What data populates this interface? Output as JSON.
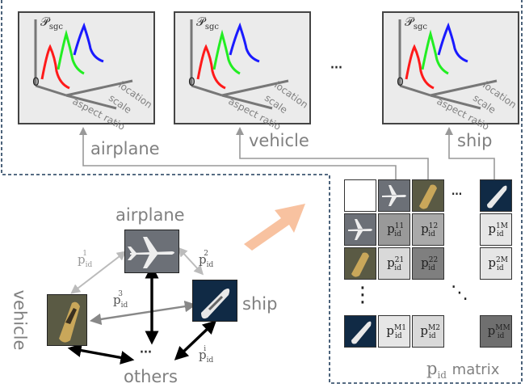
{
  "panels": [
    {
      "ylabel": "𝒫",
      "ysub": "sgc",
      "origin": "0",
      "axis1": "location",
      "axis2": "scale",
      "axis3": "aspect ratio",
      "category": "airplane"
    },
    {
      "ylabel": "𝒫",
      "ysub": "sgc",
      "origin": "0",
      "axis1": "location",
      "axis2": "scale",
      "axis3": "aspect ratio",
      "category": "vehicle"
    },
    {
      "ylabel": "𝒫",
      "ysub": "sgc",
      "origin": "0",
      "axis1": "location",
      "axis2": "scale",
      "axis3": "aspect ratio",
      "category": "ship"
    }
  ],
  "ellipsis": "···",
  "curve_colors": {
    "red": "#ff1a1a",
    "green": "#22ee22",
    "blue": "#1a1aff"
  },
  "graph": {
    "nodes": {
      "airplane": "airplane",
      "ship": "ship",
      "vehicle": "vehicle",
      "others": "others"
    },
    "edge_labels": {
      "p1": "1",
      "p2": "2",
      "p3": "3",
      "pii": "i",
      "p_base": "p",
      "p_sub": "id"
    },
    "ellipsis": "···"
  },
  "matrix": {
    "label_p": "p",
    "label_sub": "id",
    "label_rest": "matrix",
    "cells": [
      {
        "sup": "11",
        "shade": "#999999"
      },
      {
        "sup": "12",
        "shade": "#aaaaaa"
      },
      {
        "sup": "1M",
        "shade": "#e6e6e6"
      },
      {
        "sup": "21",
        "shade": "#d9d9d9"
      },
      {
        "sup": "22",
        "shade": "#7f7f7f"
      },
      {
        "sup": "2M",
        "shade": "#e6e6e6"
      },
      {
        "sup": "M1",
        "shade": "#e6e6e6"
      },
      {
        "sup": "M2",
        "shade": "#d9d9d9"
      },
      {
        "sup": "MM",
        "shade": "#6f6f6f"
      }
    ],
    "ellipsis": "···",
    "vdots": "⋮",
    "ddots": "⋱"
  },
  "accent_arrow": "#f8c2a0"
}
